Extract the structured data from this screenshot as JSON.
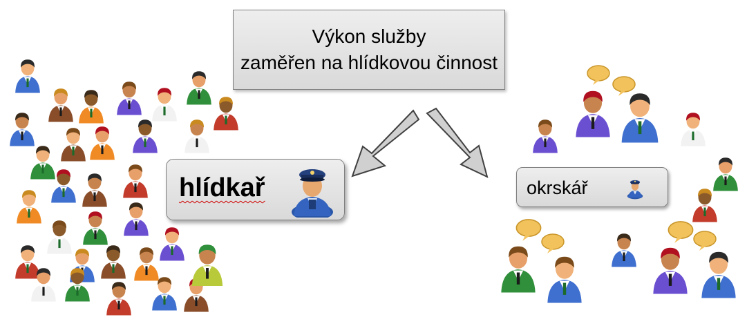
{
  "top_box": {
    "line1": "Výkon služby",
    "line2": "zaměřen na hlídkovou činnost"
  },
  "left_box": {
    "label": "hlídkař"
  },
  "right_box": {
    "label": "okrskář"
  },
  "colors": {
    "box_fill": "#dcdcdc",
    "box_border": "#7f7f7f",
    "arrow_fill": "#d0d0d0",
    "uniform_blue": "#2a56a8",
    "speech_bubble": "#f2c25c"
  }
}
